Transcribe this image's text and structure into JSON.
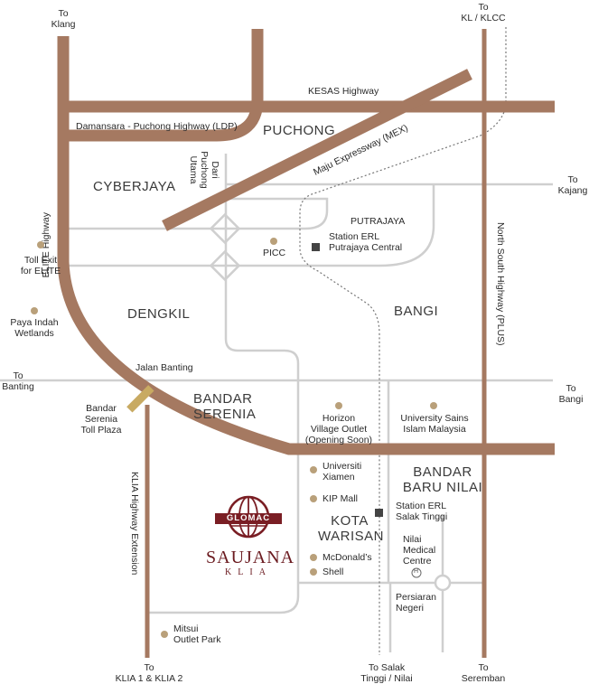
{
  "colors": {
    "highway": "#a57961",
    "local_road": "#cfcfcf",
    "rail": "#777777",
    "poi": "#b9a07a",
    "station": "#444444",
    "brand": "#7a1e24"
  },
  "directions": {
    "klang": [
      "To",
      "Klang"
    ],
    "kl": [
      "To",
      "KL / KLCC"
    ],
    "kajang": [
      "To",
      "Kajang"
    ],
    "banting": [
      "To",
      "Banting"
    ],
    "bangi": [
      "To",
      "Bangi"
    ],
    "klia": [
      "To",
      "KLIA 1 & KLIA 2"
    ],
    "salak": [
      "To Salak",
      "Tinggi / Nilai"
    ],
    "seremban": [
      "To",
      "Seremban"
    ]
  },
  "roads": {
    "kesas": "KESAS Highway",
    "ldp": "Damansara - Puchong Highway (LDP)",
    "mex": "Maju Expressway (MEX)",
    "elite": "ELITE Highway",
    "plus": "North South Highway (PLUS)",
    "klia_ext": "KLIA Highway Extension",
    "jalan_banting": "Jalan Banting",
    "dari_puchong": [
      "Dari",
      "Puchong",
      "Utama"
    ],
    "persiaran": [
      "Persiaran",
      "Negeri"
    ]
  },
  "areas": {
    "puchong": "PUCHONG",
    "cyberjaya": "CYBERJAYA",
    "dengkil": "DENGKIL",
    "bangi": "BANGI",
    "bandar_serenia": [
      "BANDAR",
      "SERENIA"
    ],
    "kota_warisan": [
      "KOTA",
      "WARISAN"
    ],
    "bandar_baru_nilai": [
      "BANDAR",
      "BARU NILAI"
    ],
    "putrajaya": "PUTRAJAYA"
  },
  "pois": {
    "toll_elite": [
      "Toll Exit",
      "for ELITE"
    ],
    "paya_indah": [
      "Paya Indah",
      "Wetlands"
    ],
    "picc": "PICC",
    "erl_putrajaya": [
      "Station ERL",
      "Putrajaya Central"
    ],
    "serenia_toll": [
      "Bandar",
      "Serenia",
      "Toll Plaza"
    ],
    "horizon": [
      "Horizon",
      "Village Outlet",
      "(Opening Soon)"
    ],
    "usim": [
      "University Sains",
      "Islam Malaysia"
    ],
    "xiamen": [
      "Universiti",
      "Xiamen"
    ],
    "kip": "KIP Mall",
    "erl_salak": [
      "Station ERL",
      "Salak Tinggi"
    ],
    "nilai_medical": [
      "Nilai",
      "Medical",
      "Centre"
    ],
    "hospital_symbol": "H",
    "mcdonalds": "McDonald’s",
    "shell": "Shell",
    "mitsui": [
      "Mitsui",
      "Outlet Park"
    ]
  },
  "logo": {
    "brand": "GLOMAC",
    "name": "SAUJANA",
    "sub": "KLIA"
  }
}
